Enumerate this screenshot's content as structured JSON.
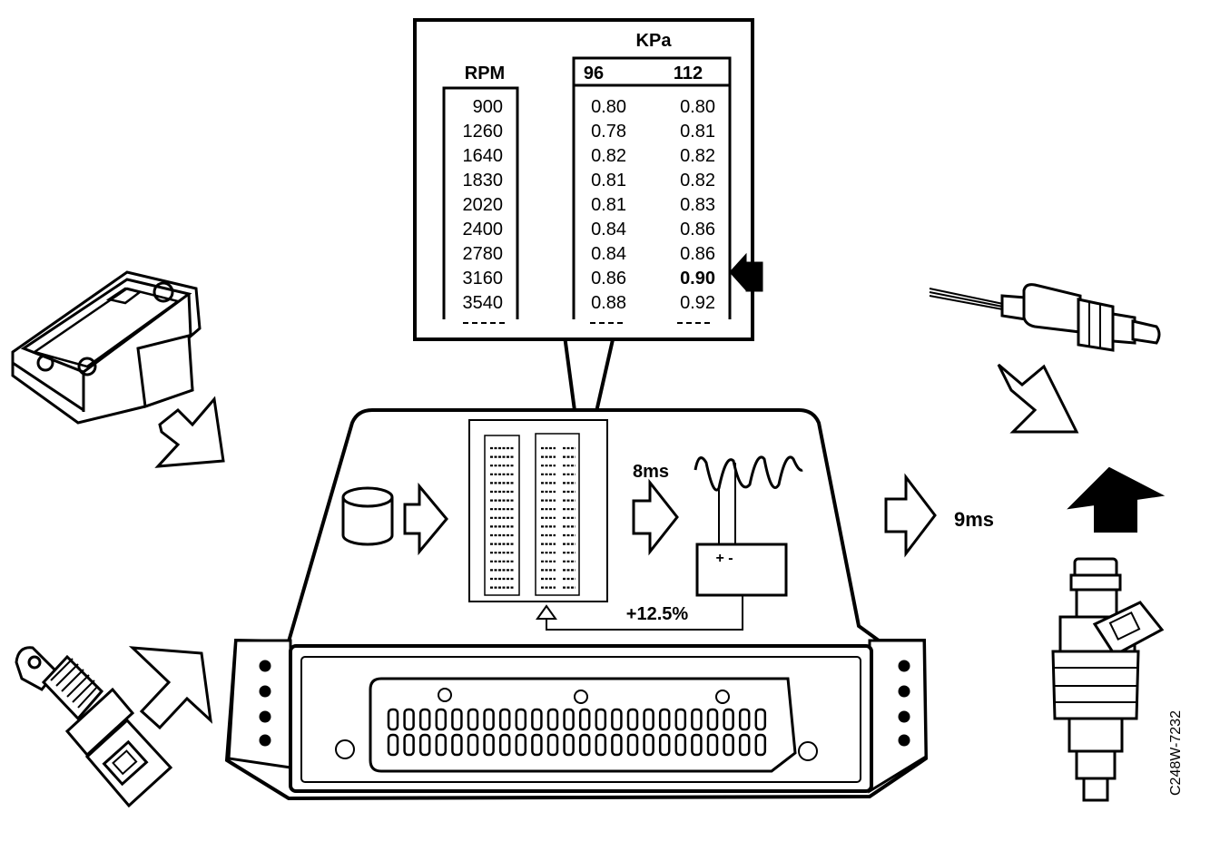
{
  "lookup_table": {
    "unit_label": "KPa",
    "rpm_header": "RPM",
    "pressure_columns": [
      "96",
      "112"
    ],
    "rows": [
      {
        "rpm": "900",
        "v96": "0.80",
        "v112": "0.80"
      },
      {
        "rpm": "1260",
        "v96": "0.78",
        "v112": "0.81"
      },
      {
        "rpm": "1640",
        "v96": "0.82",
        "v112": "0.82"
      },
      {
        "rpm": "1830",
        "v96": "0.81",
        "v112": "0.82"
      },
      {
        "rpm": "2020",
        "v96": "0.81",
        "v112": "0.83"
      },
      {
        "rpm": "2400",
        "v96": "0.84",
        "v112": "0.86"
      },
      {
        "rpm": "2780",
        "v96": "0.84",
        "v112": "0.86"
      },
      {
        "rpm": "3160",
        "v96": "0.86",
        "v112": "0.90"
      },
      {
        "rpm": "3540",
        "v96": "0.88",
        "v112": "0.92"
      }
    ],
    "highlighted_row": 7,
    "highlighted_column": "112"
  },
  "ecu": {
    "base_pulse": "8ms",
    "correction": "+12.5%",
    "terminals": "+ -"
  },
  "output_pulse": "9ms",
  "figure_code": "C248W-7232"
}
